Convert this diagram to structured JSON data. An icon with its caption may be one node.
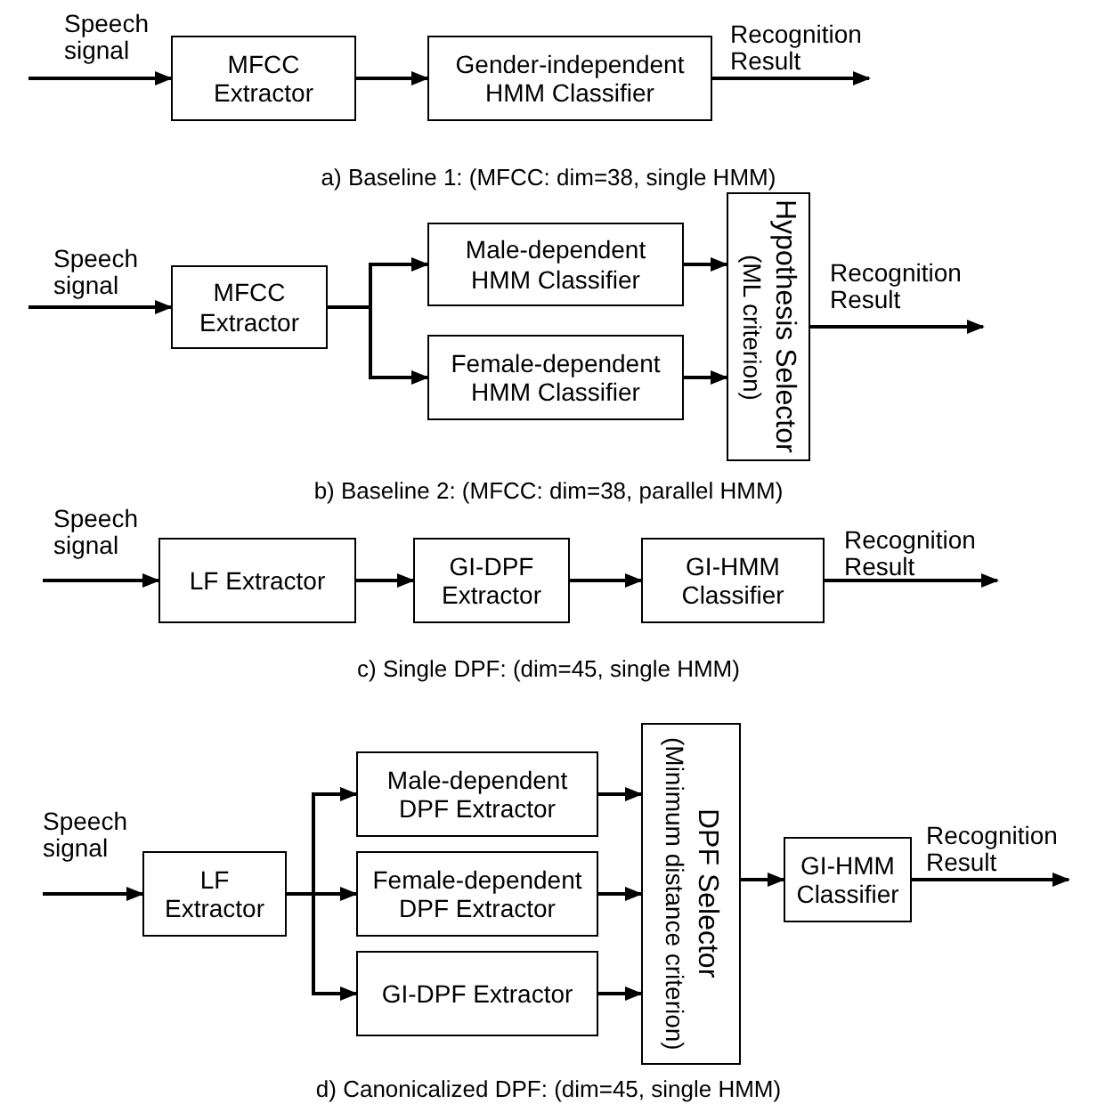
{
  "diagram": {
    "nodes": [
      {
        "text": [
          "MFCC Extractor"
        ]
      },
      {
        "text": [
          "Gender-independent HMM Classifier"
        ]
      },
      {
        "text": [
          "MFCC Extractor"
        ]
      },
      {
        "text": [
          "Male-dependent HMM Classifier"
        ]
      },
      {
        "text": [
          "Female-dependent HMM Classifier"
        ]
      },
      {
        "text": [
          "Hypothesis Selector",
          "(ML criterion)"
        ]
      },
      {
        "text": [
          "LF Extractor"
        ]
      },
      {
        "text": [
          "GI-DPF Extractor"
        ]
      },
      {
        "text": [
          "GI-HMM Classifier"
        ]
      },
      {
        "text": [
          "LF Extractor"
        ]
      },
      {
        "text": [
          "Male-dependent DPF Extractor"
        ]
      },
      {
        "text": [
          "Female-dependent DPF Extractor"
        ]
      },
      {
        "text": [
          "GI-DPF Extractor"
        ]
      },
      {
        "text": [
          "DPF Selector",
          "(Minimum distance criterion)"
        ]
      },
      {
        "text": [
          "GI-HMM Classifier"
        ]
      }
    ],
    "edges": [
      {
        "from": null,
        "to": 0,
        "arrow": "to",
        "label": "Speech signal"
      },
      {
        "from": 0,
        "to": 1,
        "arrow": "to"
      },
      {
        "from": 1,
        "to": null,
        "arrow": "to",
        "label": "Recognition Result"
      },
      {
        "from": null,
        "to": 2,
        "arrow": "to",
        "label": "Speech signal"
      },
      {
        "from": 2,
        "to": 3,
        "arrow": "to"
      },
      {
        "from": 2,
        "to": 4,
        "arrow": "to"
      },
      {
        "from": 3,
        "to": 5,
        "arrow": "to"
      },
      {
        "from": 4,
        "to": 5,
        "arrow": "to"
      },
      {
        "from": 5,
        "to": null,
        "arrow": "to",
        "label": "Recognition Result"
      },
      {
        "from": null,
        "to": 6,
        "arrow": "to",
        "label": "Speech signal"
      },
      {
        "from": 6,
        "to": 7,
        "arrow": "to"
      },
      {
        "from": 7,
        "to": 8,
        "arrow": "to"
      },
      {
        "from": 8,
        "to": null,
        "arrow": "to",
        "label": "Recognition Result"
      },
      {
        "from": null,
        "to": 9,
        "arrow": "to",
        "label": "Speech signal"
      },
      {
        "from": 9,
        "to": 10,
        "arrow": "to"
      },
      {
        "from": 9,
        "to": 11,
        "arrow": "to"
      },
      {
        "from": 9,
        "to": 12,
        "arrow": "to"
      },
      {
        "from": 10,
        "to": 13,
        "arrow": "to"
      },
      {
        "from": 11,
        "to": 13,
        "arrow": "to"
      },
      {
        "from": 12,
        "to": 13,
        "arrow": "to"
      },
      {
        "from": 13,
        "to": 14,
        "arrow": "to"
      },
      {
        "from": 14,
        "to": null,
        "arrow": "to",
        "label": "Recognition Result"
      }
    ],
    "labels": [
      "a) Baseline 1: (MFCC: dim=38, single HMM)",
      "b) Baseline 2: (MFCC: dim=38, parallel HMM)",
      "c) Single DPF: (dim=45, single HMM)",
      "d) Canonicalized DPF: (dim=45, single HMM)"
    ]
  }
}
